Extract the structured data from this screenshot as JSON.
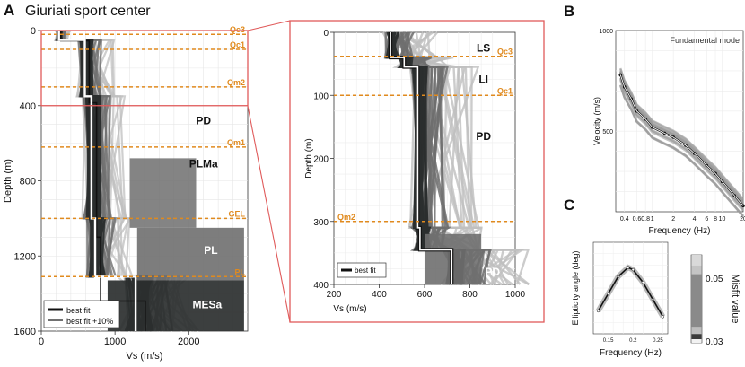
{
  "figure": {
    "panel_a_letter": "A",
    "panel_a_title": "Giuriati sport center",
    "panel_b_letter": "B",
    "panel_c_letter": "C"
  },
  "colors": {
    "reference_line": "#e08a1e",
    "zoom_box": "#e05a5a",
    "profiles_dark": "#2b2f2f",
    "profiles_mid": "#6f6f6f",
    "profiles_light": "#bfbfbf",
    "best_fit": "#ffffff"
  },
  "chart_data": [
    {
      "id": "A-main",
      "type": "line",
      "title": "Giuriati sport center",
      "xlabel": "Vs (m/s)",
      "ylabel": "Depth (m)",
      "xlim": [
        0,
        2800
      ],
      "ylim": [
        0,
        1600
      ],
      "y_inverted": true,
      "xticks": [
        "0",
        "1000",
        "2000"
      ],
      "yticks": [
        "0",
        "400",
        "800",
        "1200",
        "1600"
      ],
      "reference_lines": [
        {
          "label": "Qc3",
          "depth": 20
        },
        {
          "label": "Qc1",
          "depth": 100
        },
        {
          "label": "Qm2",
          "depth": 300
        },
        {
          "label": "Qm1",
          "depth": 620
        },
        {
          "label": "GEL",
          "depth": 1000
        },
        {
          "label": "PL",
          "depth": 1310
        }
      ],
      "unit_labels": [
        {
          "label": "PD",
          "depth": 480,
          "vs": 2200
        },
        {
          "label": "PLMa",
          "depth": 710,
          "vs": 2200
        },
        {
          "label": "PL",
          "depth": 1170,
          "vs": 2300
        },
        {
          "label": "MESa",
          "depth": 1460,
          "vs": 2250
        }
      ],
      "legend": [
        "best fit",
        "best fit +10%"
      ],
      "legend_position": "bottom-left",
      "series": [
        {
          "name": "best fit",
          "vs": [
            240,
            240,
            590,
            590,
            680,
            680,
            730,
            730,
            1280,
            1280
          ],
          "depth": [
            0,
            50,
            50,
            350,
            350,
            1000,
            1000,
            1310,
            1310,
            1600
          ]
        },
        {
          "name": "best fit +10%",
          "vs": [
            265,
            265,
            650,
            650,
            750,
            750,
            805,
            805,
            1410,
            1410
          ],
          "depth": [
            0,
            55,
            55,
            385,
            385,
            1100,
            1100,
            1440,
            1440,
            1600
          ]
        }
      ]
    },
    {
      "id": "A-zoom",
      "type": "line",
      "xlabel": "Vs (m/s)",
      "ylabel": "Depth (m)",
      "xlim": [
        200,
        1000
      ],
      "ylim": [
        0,
        400
      ],
      "y_inverted": true,
      "xticks": [
        "200",
        "400",
        "600",
        "800",
        "1000"
      ],
      "yticks": [
        "0",
        "100",
        "200",
        "300",
        "400"
      ],
      "reference_lines": [
        {
          "label": "Qc3",
          "depth": 38
        },
        {
          "label": "Qc1",
          "depth": 100
        },
        {
          "label": "Qm2",
          "depth": 300
        }
      ],
      "unit_labels": [
        {
          "label": "LS",
          "depth": 25,
          "vs": 860
        },
        {
          "label": "LI",
          "depth": 75,
          "vs": 860
        },
        {
          "label": "PD",
          "depth": 165,
          "vs": 860
        },
        {
          "label": "PD",
          "depth": 380,
          "vs": 900
        }
      ],
      "legend": [
        "best fit"
      ],
      "legend_position": "bottom-left",
      "series": [
        {
          "name": "best fit",
          "vs": [
            450,
            450,
            510,
            510,
            570,
            570,
            580,
            580,
            720,
            720
          ],
          "depth": [
            0,
            40,
            40,
            55,
            55,
            310,
            310,
            345,
            345,
            400
          ]
        }
      ]
    },
    {
      "id": "B",
      "type": "line",
      "title": "Fundamental mode",
      "xlabel": "Frequency (Hz)",
      "ylabel": "Velocity (m/s)",
      "x_scale": "log",
      "xlim": [
        0.3,
        20
      ],
      "ylim": [
        100,
        1000
      ],
      "xticks": [
        "0.4",
        "0.6",
        "0.8",
        "1",
        "2",
        "4",
        "6",
        "8",
        "10",
        "20"
      ],
      "yticks": [
        "1000",
        "500"
      ],
      "series": [
        {
          "name": "",
          "x": [
            0.35,
            0.4,
            0.5,
            0.6,
            0.8,
            1,
            1.5,
            2,
            3,
            4,
            6,
            8,
            10,
            15,
            20
          ],
          "y": [
            780,
            720,
            660,
            600,
            560,
            520,
            490,
            470,
            430,
            390,
            330,
            290,
            250,
            180,
            130
          ]
        }
      ]
    },
    {
      "id": "C",
      "type": "line",
      "xlabel": "Frequency (Hz)",
      "ylabel": "Ellipticity angle (deg)",
      "xticks": [
        "0.15",
        "0.2",
        "0.25"
      ],
      "colorbar": {
        "label": "Misfit value",
        "ticks": [
          "0.05",
          "0.03"
        ]
      },
      "series": [
        {
          "name": "",
          "x": [
            0.13,
            0.15,
            0.17,
            0.19,
            0.2,
            0.22,
            0.24,
            0.26
          ],
          "y": [
            -20,
            -5,
            10,
            18,
            16,
            5,
            -10,
            -25
          ]
        }
      ]
    }
  ]
}
